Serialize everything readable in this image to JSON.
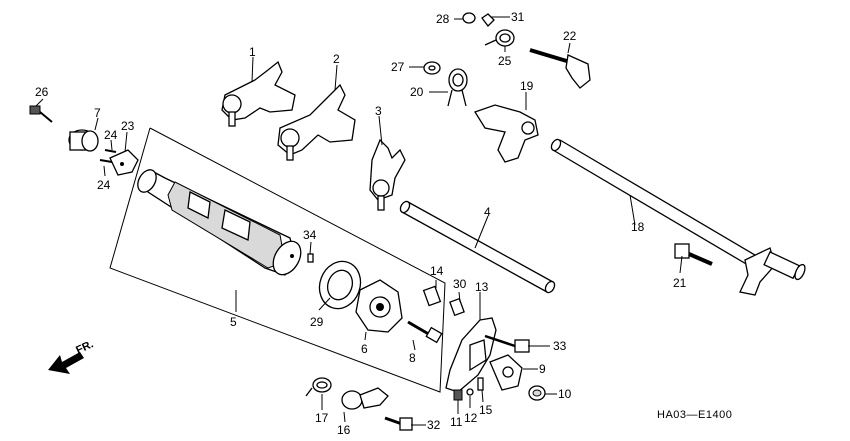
{
  "diagram": {
    "code": "HA03—E1400",
    "direction": "FR.",
    "callouts": {
      "p1": "1",
      "p2": "2",
      "p3": "3",
      "p4": "4",
      "p5": "5",
      "p6": "6",
      "p7": "7",
      "p8": "8",
      "p9": "9",
      "p10": "10",
      "p11": "11",
      "p12": "12",
      "p13": "13",
      "p14": "14",
      "p15": "15",
      "p16": "16",
      "p17": "17",
      "p18": "18",
      "p19": "19",
      "p20": "20",
      "p21": "21",
      "p22": "22",
      "p23": "23",
      "p24a": "24",
      "p24b": "24",
      "p25": "25",
      "p26": "26",
      "p27": "27",
      "p28": "28",
      "p29": "29",
      "p30": "30",
      "p31": "31",
      "p32": "32",
      "p33": "33",
      "p34": "34"
    }
  }
}
